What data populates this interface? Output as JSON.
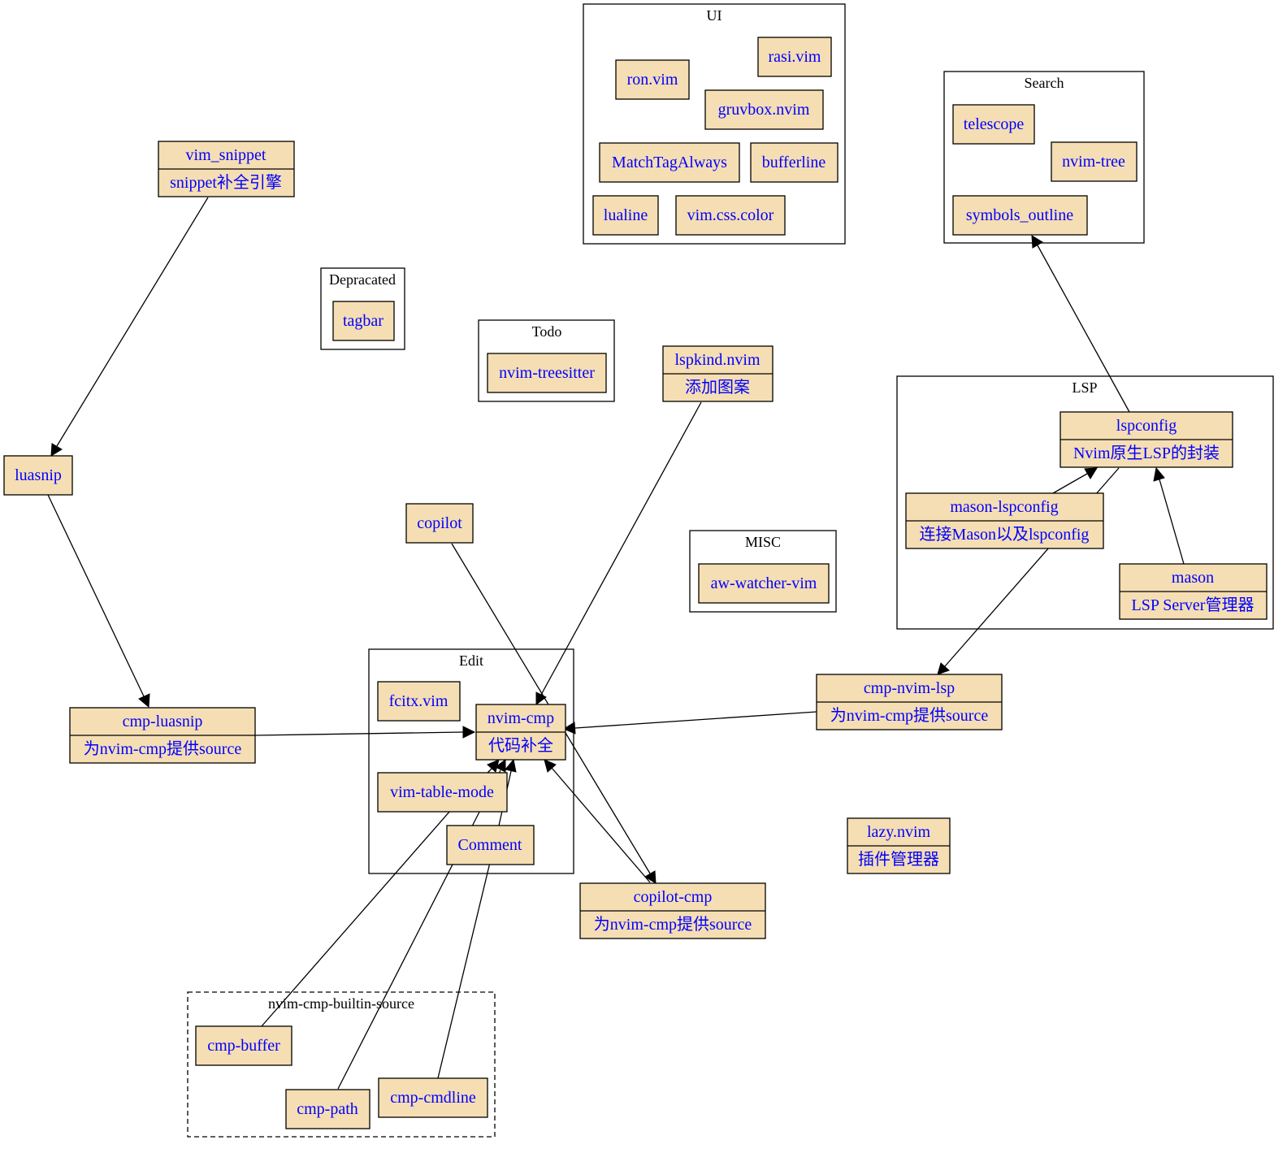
{
  "clusters": {
    "ui": "UI",
    "search": "Search",
    "depracated": "Depracated",
    "todo": "Todo",
    "lsp": "LSP",
    "misc": "MISC",
    "edit": "Edit",
    "builtin": "nvim-cmp-builtin-source"
  },
  "nodes": {
    "ron_vim": "ron.vim",
    "rasi_vim": "rasi.vim",
    "gruvbox_nvim": "gruvbox.nvim",
    "matchtagalways": "MatchTagAlways",
    "bufferline": "bufferline",
    "lualine": "lualine",
    "vim_css_color": "vim.css.color",
    "telescope": "telescope",
    "nvim_tree": "nvim-tree",
    "symbols_outline": "symbols_outline",
    "tagbar": "tagbar",
    "nvim_treesitter": "nvim-treesitter",
    "aw_watcher_vim": "aw-watcher-vim",
    "fcitx_vim": "fcitx.vim",
    "vim_table_mode": "vim-table-mode",
    "comment": "Comment",
    "cmp_buffer": "cmp-buffer",
    "cmp_path": "cmp-path",
    "cmp_cmdline": "cmp-cmdline",
    "luasnip": "luasnip",
    "copilot": "copilot",
    "vim_snippet": {
      "title": "vim_snippet",
      "desc": "snippet补全引擎"
    },
    "lspkind_nvim": {
      "title": "lspkind.nvim",
      "desc": "添加图案"
    },
    "lspconfig": {
      "title": "lspconfig",
      "desc": "Nvim原生LSP的封装"
    },
    "mason_lspconfig": {
      "title": "mason-lspconfig",
      "desc": "连接Mason以及lspconfig"
    },
    "mason": {
      "title": "mason",
      "desc": "LSP Server管理器"
    },
    "cmp_luasnip": {
      "title": "cmp-luasnip",
      "desc": "为nvim-cmp提供source"
    },
    "nvim_cmp": {
      "title": "nvim-cmp",
      "desc": "代码补全"
    },
    "cmp_nvim_lsp": {
      "title": "cmp-nvim-lsp",
      "desc": "为nvim-cmp提供source"
    },
    "copilot_cmp": {
      "title": "copilot-cmp",
      "desc": "为nvim-cmp提供source"
    },
    "lazy_nvim": {
      "title": "lazy.nvim",
      "desc": "插件管理器"
    }
  },
  "edges": [
    {
      "from": "vim_snippet",
      "to": "luasnip"
    },
    {
      "from": "luasnip",
      "to": "cmp_luasnip"
    },
    {
      "from": "cmp_luasnip",
      "to": "nvim_cmp"
    },
    {
      "from": "lspkind_nvim",
      "to": "nvim_cmp"
    },
    {
      "from": "copilot",
      "to": "copilot_cmp"
    },
    {
      "from": "copilot_cmp",
      "to": "nvim_cmp"
    },
    {
      "from": "cmp_nvim_lsp",
      "to": "nvim_cmp"
    },
    {
      "from": "lspconfig",
      "to": "cmp_nvim_lsp"
    },
    {
      "from": "lspconfig",
      "to": "symbols_outline"
    },
    {
      "from": "mason_lspconfig",
      "to": "lspconfig"
    },
    {
      "from": "mason",
      "to": "lspconfig"
    },
    {
      "from": "cmp_buffer",
      "to": "nvim_cmp"
    },
    {
      "from": "cmp_path",
      "to": "nvim_cmp"
    },
    {
      "from": "cmp_cmdline",
      "to": "nvim_cmp"
    }
  ]
}
